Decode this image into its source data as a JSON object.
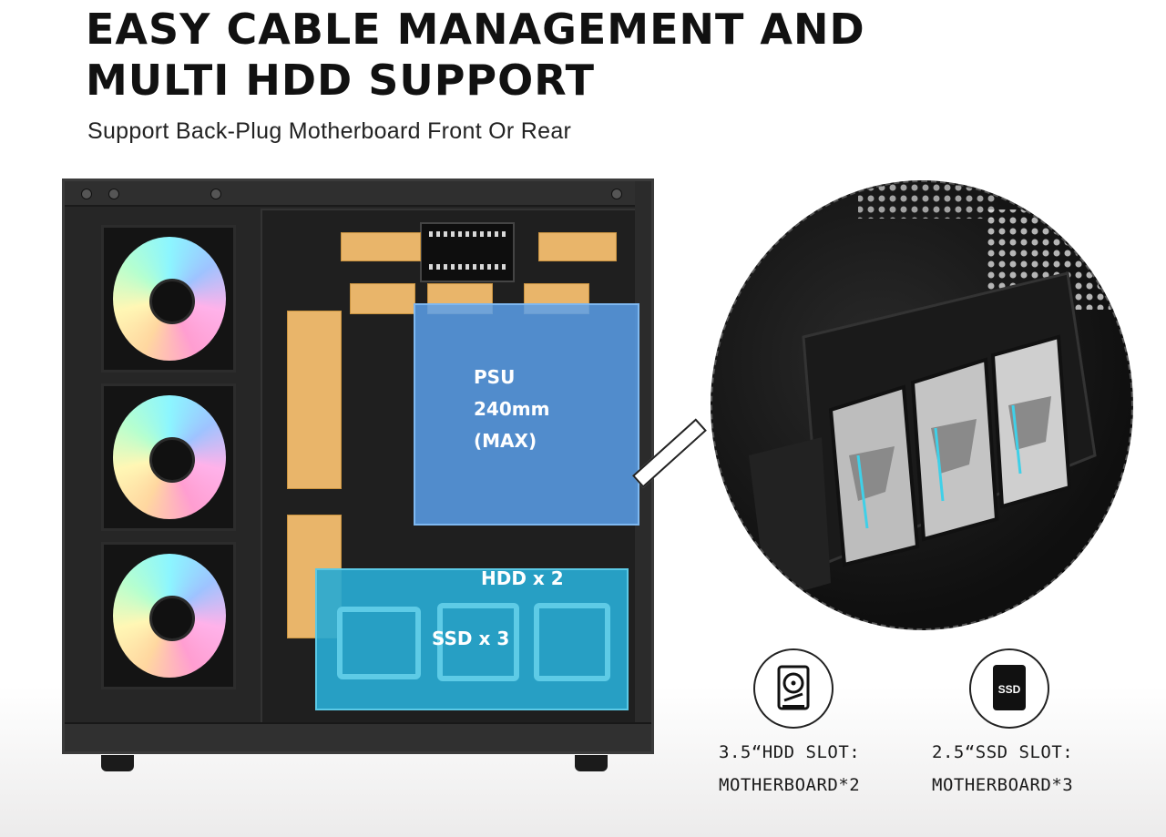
{
  "header": {
    "title_line1": "EASY CABLE MANAGEMENT AND",
    "title_line2": "MULTI HDD SUPPORT",
    "subtitle": "Support Back-Plug Motherboard Front Or Rear"
  },
  "callouts": {
    "psu": {
      "line1": "PSU",
      "line2": "240mm",
      "line3": "(MAX)",
      "color": "#5aa0eb"
    },
    "drives": {
      "hdd": "HDD x 2",
      "ssd": "SSD x 3",
      "color": "#28aad2"
    }
  },
  "colors": {
    "cable_cutout": "#e9b56a",
    "case": "#262626"
  },
  "features": [
    {
      "icon": "hdd-icon",
      "line1": "3.5“HDD SLOT:",
      "line2": "MOTHERBOARD*2"
    },
    {
      "icon": "ssd-icon",
      "icon_label": "SSD",
      "line1": "2.5“SSD SLOT:",
      "line2": "MOTHERBOARD*3"
    }
  ]
}
